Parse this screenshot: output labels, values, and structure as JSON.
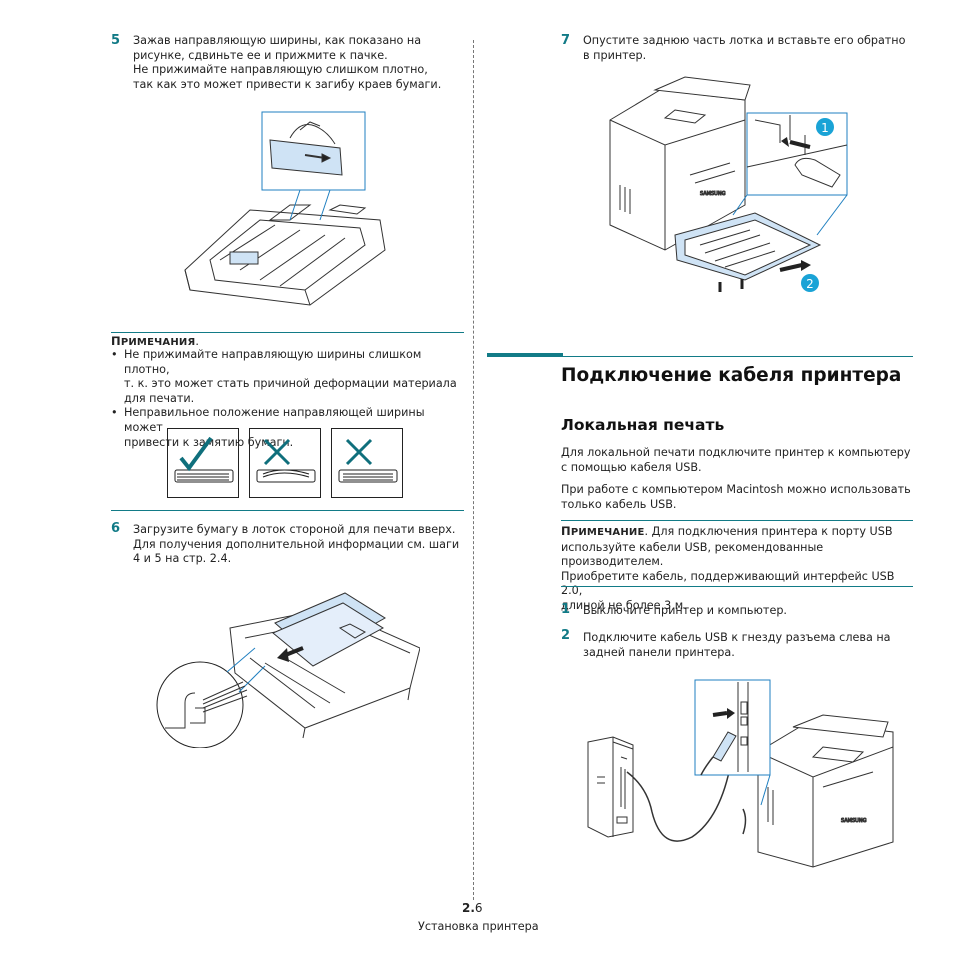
{
  "left": {
    "step5": {
      "num": "5",
      "lines": [
        "Зажав направляющую ширины, как показано на",
        "рисунке, сдвиньте ее и прижмите к пачке.",
        "Не прижимайте направляющую слишком плотно,",
        "так как это может привести к загибу краев бумаги."
      ]
    },
    "note": {
      "head_cap": "П",
      "head_rest": "РИМЕЧАНИЯ",
      "head_dot": ".",
      "bullets": [
        [
          "Не прижимайте направляющую ширины слишком плотно,",
          "т. к. это может стать причиной деформации материала",
          "для печати."
        ],
        [
          "Неправильное положение направляющей ширины может",
          "привести к замятию бумаги."
        ]
      ]
    },
    "step6": {
      "num": "6",
      "lines": [
        "Загрузите бумагу в лоток стороной для печати вверх.",
        "Для получения дополнительной информации см. шаги",
        "4 и 5 на стр. 2.4."
      ]
    }
  },
  "right": {
    "step7": {
      "num": "7",
      "lines": [
        "Опустите заднюю часть лотка и вставьте его обратно",
        "в принтер."
      ],
      "callouts": [
        "1",
        "2"
      ]
    },
    "section_title": "Подключение кабеля принтера",
    "subsection_title": "Локальная печать",
    "para1": [
      "Для локальной печати подключите принтер к компьютеру",
      "с помощью кабеля USB."
    ],
    "para2": [
      "При работе с компьютером Macintosh можно использовать",
      "только кабель USB."
    ],
    "note": {
      "head_cap": "П",
      "head_rest": "РИМЕЧАНИЕ",
      "lines": [
        ". Для подключения принтера к порту USB",
        "используйте кабели USB, рекомендованные производителем.",
        "Приобретите кабель, поддерживающий интерфейс USB 2.0,",
        "длиной не более 3 м."
      ]
    },
    "step1": {
      "num": "1",
      "text": "Выключите принтер и компьютер."
    },
    "step2": {
      "num": "2",
      "lines": [
        "Подключите кабель USB к гнезду разъема слева на",
        "задней панели принтера."
      ]
    }
  },
  "footer": {
    "page_bold": "2.",
    "page_rest": "6",
    "chapter": "Установка принтера"
  },
  "colors": {
    "accent": "#127b87",
    "check": "#0f6f7c",
    "callout": "#1aa3d6",
    "highlight": "#cfe3f5"
  }
}
